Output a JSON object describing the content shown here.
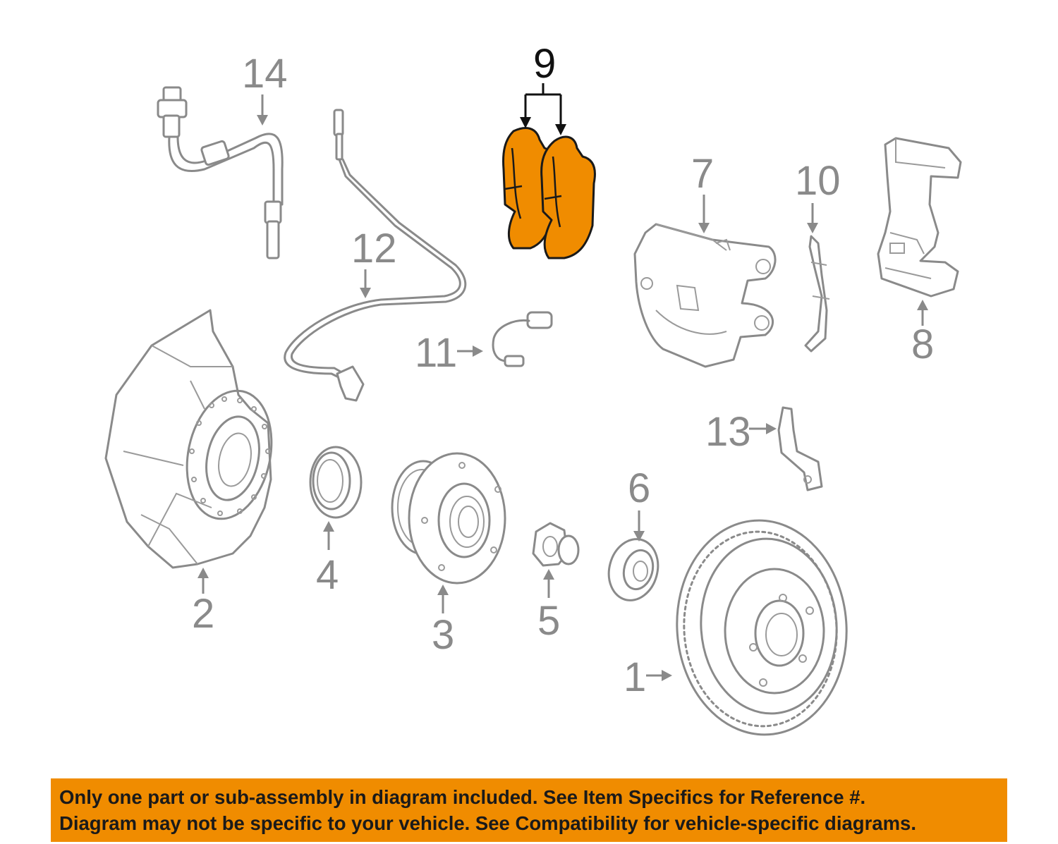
{
  "callouts": {
    "c1": "1",
    "c2": "2",
    "c3": "3",
    "c4": "4",
    "c5": "5",
    "c6": "6",
    "c7": "7",
    "c8": "8",
    "c9": "9",
    "c10": "10",
    "c11": "11",
    "c12": "12",
    "c13": "13",
    "c14": "14"
  },
  "highlight_color": "#F08C00",
  "notice": {
    "line1": "Only one part or sub-assembly in diagram included. See Item Specifics for Reference #.",
    "line2": "Diagram may not be specific to your vehicle. See Compatibility for vehicle-specific diagrams."
  }
}
